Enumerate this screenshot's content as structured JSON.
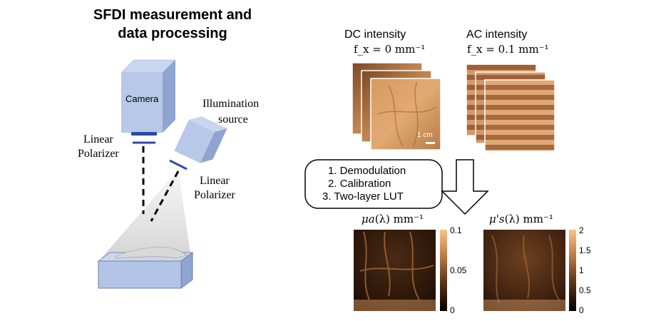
{
  "title": {
    "line1": "SFDI measurement and",
    "line2": "data  processing"
  },
  "setup": {
    "camera_label": "Camera",
    "linear_polarizer_left": [
      "Linear",
      "Polarizer"
    ],
    "illumination_source": [
      "Illumination",
      "source"
    ],
    "linear_polarizer_right": [
      "Linear",
      "Polarizer"
    ]
  },
  "images": {
    "dc_title": "DC intensity",
    "dc_freq": "f_x = 0 mm⁻¹",
    "ac_title": "AC intensity",
    "ac_freq": "f_x = 0.1 mm⁻¹",
    "scale_bar": "1 cm"
  },
  "processing_steps": [
    "1.  Demodulation",
    "2.  Calibration",
    "3.  Two-layer LUT"
  ],
  "maps": {
    "mua": {
      "title_symbol": "μa",
      "title_rest": "(λ) mm⁻¹",
      "colorbar_ticks": [
        "0.1",
        "0.05",
        "0"
      ]
    },
    "mus": {
      "title_symbol": "μ's",
      "title_rest": "(λ) mm⁻¹",
      "colorbar_ticks": [
        "2",
        "1.5",
        "1",
        "0.5",
        "0"
      ]
    }
  },
  "colors": {
    "camera_blue": "#b7c8e8",
    "camera_dark_blue": "#8fa4cf",
    "polarizer_blue": "#2f49a8",
    "tissue_orange": "#c98a52",
    "colorbar_top": "#f7c48d",
    "colorbar_bottom": "#000000"
  }
}
